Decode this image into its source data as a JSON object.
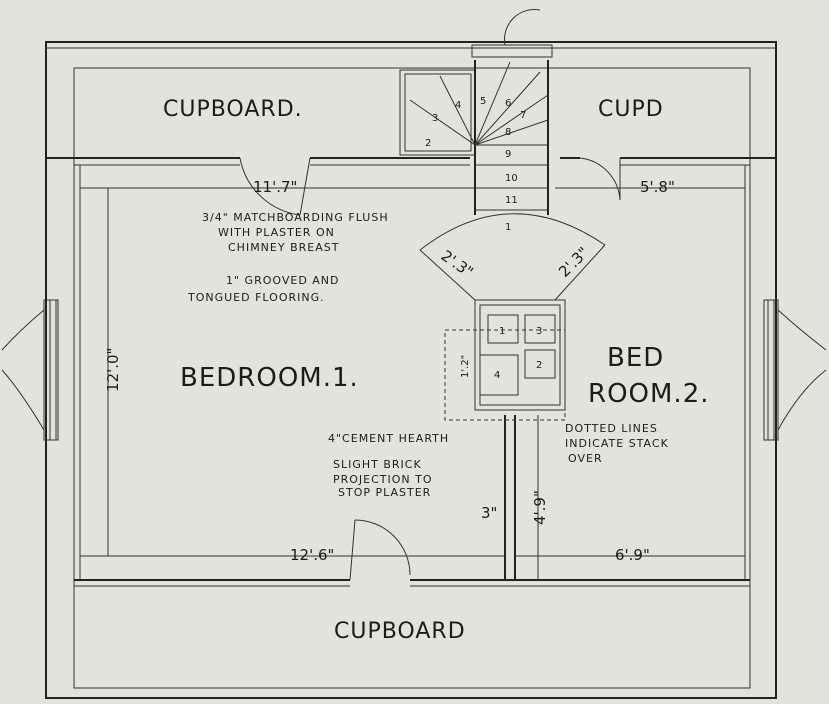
{
  "rooms": {
    "cupboard_top_left": "CUPBOARD.",
    "cupboard_top_right": "CUPD",
    "bedroom_1": "BEDROOM.1.",
    "bedroom_2_line1": "BED",
    "bedroom_2_line2": "ROOM.2.",
    "cupboard_bottom": "CUPBOARD"
  },
  "dimensions": {
    "bedroom1_width_top": "11'.7\"",
    "bedroom2_width_top": "5'.8\"",
    "bedroom1_height": "12'.0\"",
    "bedroom1_width_bottom": "12'.6\"",
    "bedroom2_width_bottom": "6'.9\"",
    "partition_height": "4'.9\"",
    "partition_thickness": "3\"",
    "door_swing_left": "2'.3\"",
    "door_swing_right": "2'.3\"",
    "hearth_small": "1'.2\""
  },
  "notes": {
    "matchboarding_line1": "3/4\" MATCHBOARDING FLUSH",
    "matchboarding_line2": "WITH PLASTER ON",
    "matchboarding_line3": "CHIMNEY BREAST",
    "flooring_line1": "1\" GROOVED AND",
    "flooring_line2": "TONGUED FLOORING.",
    "hearth": "4\"CEMENT HEARTH",
    "brick_line1": "SLIGHT BRICK",
    "brick_line2": "PROJECTION TO",
    "brick_line3": "STOP PLASTER",
    "stack_line1": "DOTTED LINES",
    "stack_line2": "INDICATE STACK",
    "stack_line3": "OVER"
  },
  "stair_steps": [
    "1",
    "2",
    "3",
    "4",
    "5",
    "6",
    "7",
    "8",
    "9",
    "10",
    "11"
  ],
  "flues": [
    "1",
    "2",
    "3",
    "4"
  ],
  "colors": {
    "paper": "#e4e2dd",
    "ink": "#1c1c1c"
  }
}
